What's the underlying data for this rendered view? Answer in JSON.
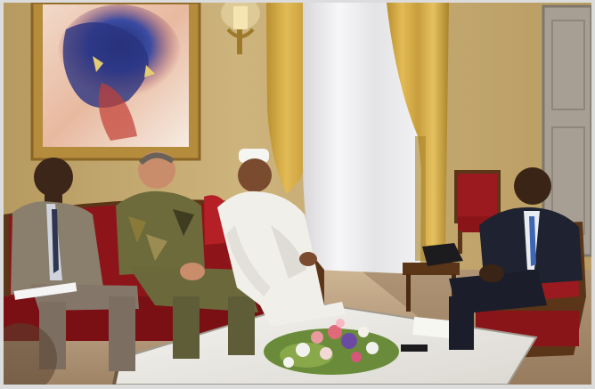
{
  "photo": {
    "subject": "meeting-room-scene",
    "palette": {
      "wall": "#c7ad72",
      "wall_shadow": "#a88e57",
      "curtain": "#d9b04a",
      "curtain_dark": "#a9832b",
      "sheer": "#efeff2",
      "sofa_red": "#8d1418",
      "chair_red": "#9b1a1f",
      "wood": "#5b3517",
      "table_marble": "#ebe9e4",
      "floor": "#b89b78",
      "door": "#a79f93"
    },
    "people_count": 4,
    "objects": [
      "painting",
      "wall-sconce",
      "curtains",
      "red-sofa",
      "armchairs",
      "marble-coffee-table",
      "flower-arrangement",
      "telephone",
      "side-table",
      "door"
    ]
  }
}
